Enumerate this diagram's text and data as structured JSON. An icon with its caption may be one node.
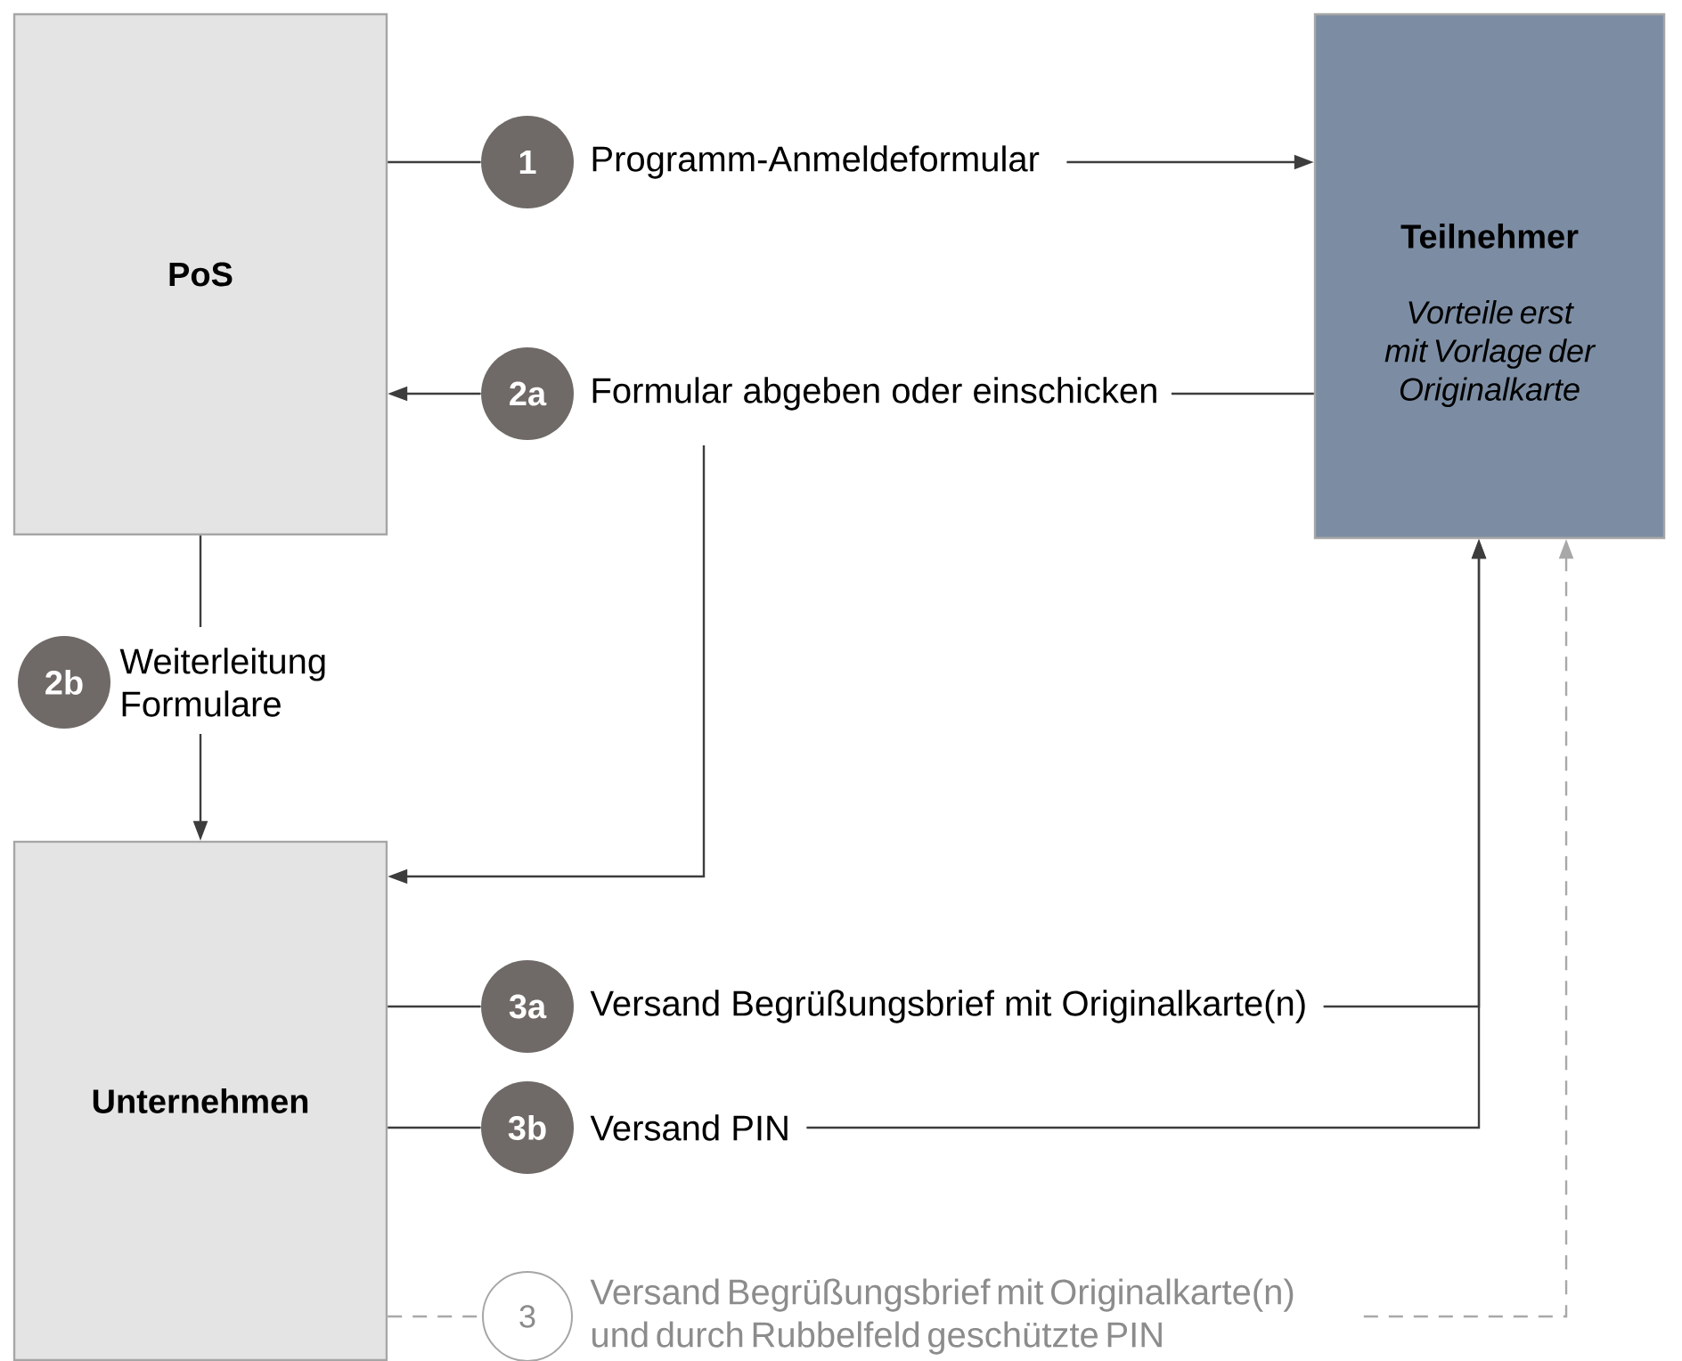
{
  "diagram": {
    "nodes": [
      {
        "text": [
          "PoS"
        ]
      },
      {
        "text": [
          "1"
        ],
        "beside": [
          "Programm-Anmeldeformular"
        ]
      },
      {
        "text": [
          "Teilnehmer",
          "Vorteile erst mit Vorlage der Originalkarte"
        ]
      },
      {
        "text": [
          "2a"
        ],
        "beside": [
          "Formular abgeben oder einschicken"
        ]
      },
      {
        "text": [
          "2b"
        ],
        "beside": [
          "Weiterleitung Formulare"
        ]
      },
      {
        "text": [
          "Unternehmen"
        ]
      },
      {
        "text": [
          "3a"
        ],
        "beside": [
          "Versand Begrüßungsbrief mit Originalkarte(n)"
        ]
      },
      {
        "text": [
          "3b"
        ],
        "beside": [
          "Versand PIN"
        ]
      },
      {
        "text": [
          "3"
        ],
        "beside": [
          "Versand Begrüßungsbrief mit Originalkarte(n) und durch Rubbelfeld geschützte PIN"
        ]
      }
    ],
    "edges": [
      {
        "from": 0,
        "to": 1,
        "arrow": "none"
      },
      {
        "from": 1,
        "to": 2,
        "arrow": "to"
      },
      {
        "from": 2,
        "to": 3,
        "arrow": "none"
      },
      {
        "from": 3,
        "to": 0,
        "arrow": "to"
      },
      {
        "from": null,
        "to": 5,
        "arrow": "to"
      },
      {
        "from": 0,
        "to": 4,
        "arrow": "none"
      },
      {
        "from": 4,
        "to": 5,
        "arrow": "to"
      },
      {
        "from": 5,
        "to": 6,
        "arrow": "none"
      },
      {
        "from": 6,
        "to": 2,
        "arrow": "to"
      },
      {
        "from": 5,
        "to": 7,
        "arrow": "none"
      },
      {
        "from": 7,
        "to": 2,
        "arrow": "to"
      },
      {
        "from": 5,
        "to": 8,
        "arrow": "none",
        "style": "dashed",
        "color": "#a8a8a8"
      },
      {
        "from": 8,
        "to": 2,
        "arrow": "to",
        "style": "dashed",
        "color": "#a8a8a8"
      }
    ]
  }
}
